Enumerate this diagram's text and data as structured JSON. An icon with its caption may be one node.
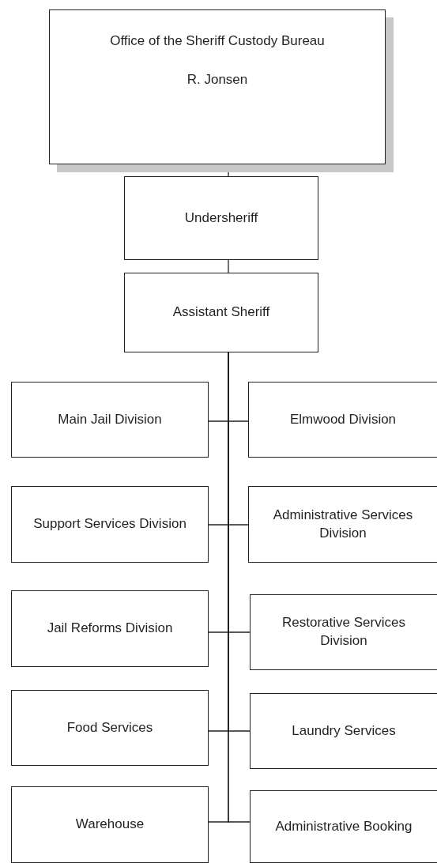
{
  "diagram": {
    "nodes": [
      {
        "text": [
          "Office of the Sheriff Custody Bureau",
          "R. Jonsen"
        ]
      },
      {
        "text": [
          "Undersheriff"
        ]
      },
      {
        "text": [
          "Assistant Sheriff"
        ]
      },
      {
        "text": [
          "Main Jail Division"
        ]
      },
      {
        "text": [
          "Elmwood Division"
        ]
      },
      {
        "text": [
          "Support Services Division"
        ]
      },
      {
        "text": [
          "Administrative Services Division"
        ]
      },
      {
        "text": [
          "Jail Reforms Division"
        ]
      },
      {
        "text": [
          "Restorative Services Division"
        ]
      },
      {
        "text": [
          "Food Services"
        ]
      },
      {
        "text": [
          "Laundry Services"
        ]
      },
      {
        "text": [
          "Warehouse"
        ]
      },
      {
        "text": [
          "Administrative Booking"
        ]
      }
    ],
    "edges": [
      {
        "from": 0,
        "to": 1,
        "arrow": "none"
      },
      {
        "from": 1,
        "to": 2,
        "arrow": "none"
      },
      {
        "from": 2,
        "to": 3,
        "arrow": "none"
      },
      {
        "from": 2,
        "to": 4,
        "arrow": "none"
      },
      {
        "from": 2,
        "to": 5,
        "arrow": "none"
      },
      {
        "from": 2,
        "to": 6,
        "arrow": "none"
      },
      {
        "from": 2,
        "to": 7,
        "arrow": "none"
      },
      {
        "from": 2,
        "to": 8,
        "arrow": "none"
      },
      {
        "from": 2,
        "to": 9,
        "arrow": "none"
      },
      {
        "from": 2,
        "to": 10,
        "arrow": "none"
      },
      {
        "from": 2,
        "to": 11,
        "arrow": "none"
      },
      {
        "from": 2,
        "to": 12,
        "arrow": "none"
      }
    ]
  }
}
